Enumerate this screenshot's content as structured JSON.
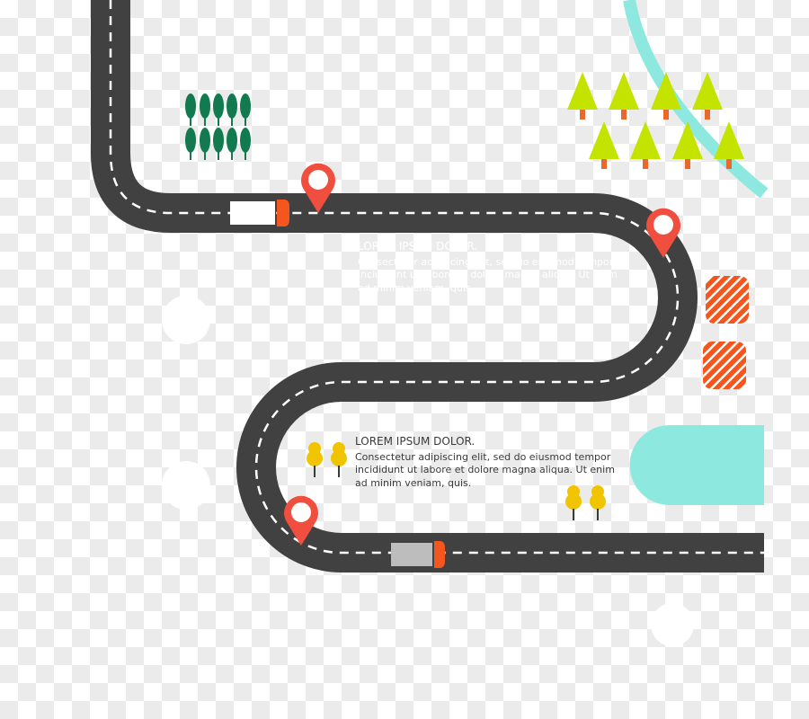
{
  "blocks": [
    {
      "heading": "LOREM IPSUM DOLOR.",
      "body": "Consectetur adipiscing elit, sed do eiusmod tempor incididunt ut labore et dolore magna aliqua. Ut enim ad minim veniam, quis."
    },
    {
      "heading": "LOREM IPSUM DOLOR.",
      "body": "Consectetur adipiscing elit, sed do eiusmod tempor incididunt ut labore et dolore magna aliqua. Ut enim ad minim veniam, quis."
    }
  ],
  "colors": {
    "road": "#414141",
    "pin": "#f04e3e",
    "lime_tree": "#c4e400",
    "pine": "#137a4f",
    "yellow_tree": "#f0c400",
    "stripe_box": "#f4561d",
    "river": "#8de8e0"
  },
  "icons": [
    "map-pin-icon",
    "truck-icon",
    "tree-icon"
  ]
}
